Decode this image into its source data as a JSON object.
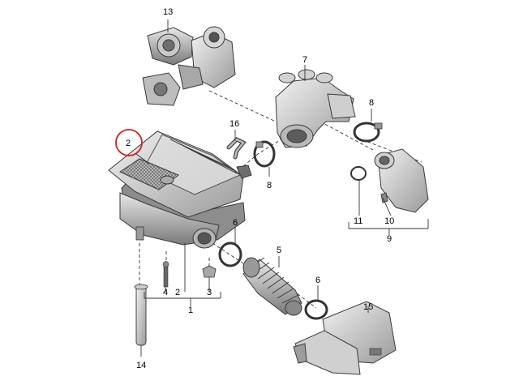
{
  "diagram": {
    "type": "exploded-parts-diagram",
    "highlight_color": "#d22020",
    "highlighted_callout": "2",
    "callouts": [
      {
        "id": "c1",
        "text": "1"
      },
      {
        "id": "c2",
        "text": "2"
      },
      {
        "id": "c2b",
        "text": "2"
      },
      {
        "id": "c3",
        "text": "3"
      },
      {
        "id": "c4",
        "text": "4"
      },
      {
        "id": "c5",
        "text": "5"
      },
      {
        "id": "c6a",
        "text": "6"
      },
      {
        "id": "c6b",
        "text": "6"
      },
      {
        "id": "c7",
        "text": "7"
      },
      {
        "id": "c8a",
        "text": "8"
      },
      {
        "id": "c8b",
        "text": "8"
      },
      {
        "id": "c9",
        "text": "9"
      },
      {
        "id": "c10",
        "text": "10"
      },
      {
        "id": "c11",
        "text": "11"
      },
      {
        "id": "c13",
        "text": "13"
      },
      {
        "id": "c14",
        "text": "14"
      },
      {
        "id": "c15",
        "text": "15"
      },
      {
        "id": "c16",
        "text": "16"
      }
    ]
  }
}
